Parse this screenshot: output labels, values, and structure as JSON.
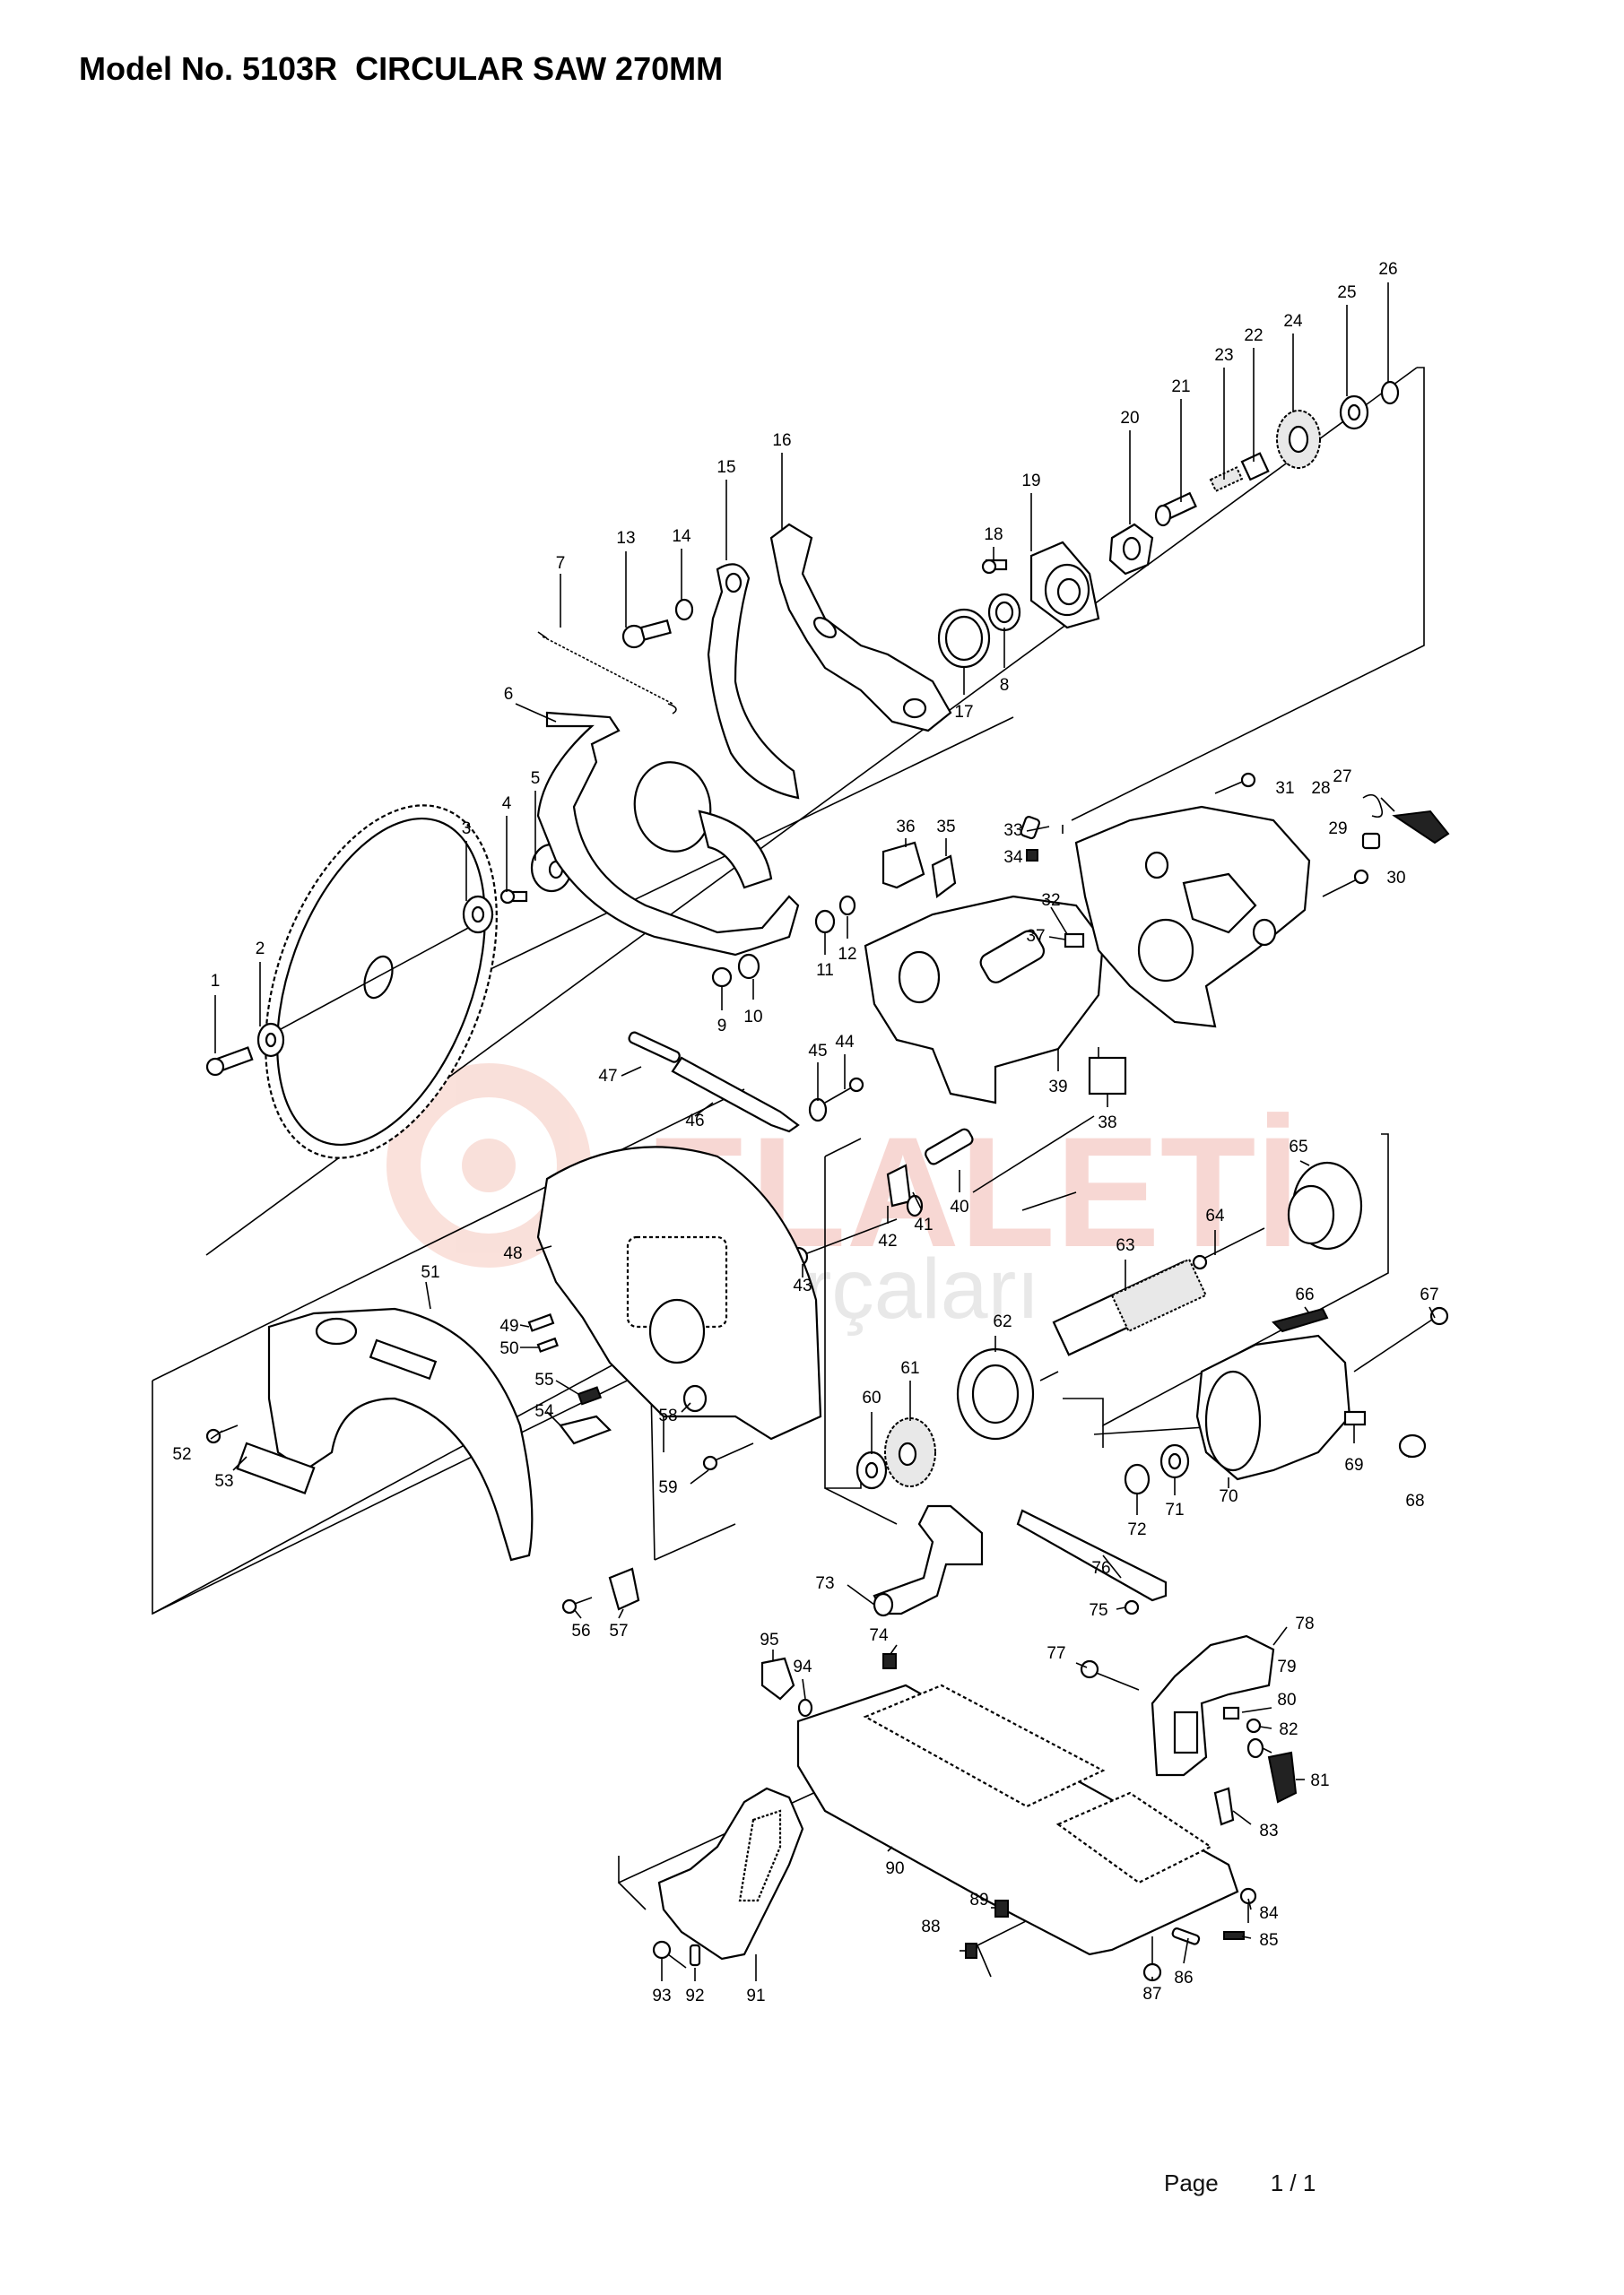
{
  "title": "Model No. 5103R  CIRCULAR SAW 270MM",
  "footer": {
    "page_label": "Page",
    "page_value": "1 / 1"
  },
  "watermark": {
    "brand": "ELALETİ",
    "sub": "parçaları",
    "color": "#f2b8b0"
  },
  "callouts": [
    "1",
    "2",
    "3",
    "4",
    "5",
    "6",
    "7",
    "8",
    "9",
    "10",
    "11",
    "12",
    "13",
    "14",
    "15",
    "16",
    "17",
    "18",
    "19",
    "20",
    "21",
    "22",
    "23",
    "24",
    "25",
    "26",
    "27",
    "28",
    "29",
    "30",
    "31",
    "32",
    "33",
    "34",
    "35",
    "36",
    "37",
    "38",
    "39",
    "40",
    "41",
    "42",
    "43",
    "44",
    "45",
    "46",
    "47",
    "48",
    "49",
    "50",
    "51",
    "52",
    "53",
    "54",
    "55",
    "56",
    "57",
    "58",
    "59",
    "60",
    "61",
    "62",
    "63",
    "64",
    "65",
    "66",
    "67",
    "68",
    "69",
    "70",
    "71",
    "72",
    "73",
    "74",
    "75",
    "76",
    "77",
    "78",
    "79",
    "80",
    "81",
    "82",
    "83",
    "84",
    "85",
    "86",
    "87",
    "88",
    "89",
    "90",
    "91",
    "92",
    "93",
    "94",
    "95"
  ]
}
